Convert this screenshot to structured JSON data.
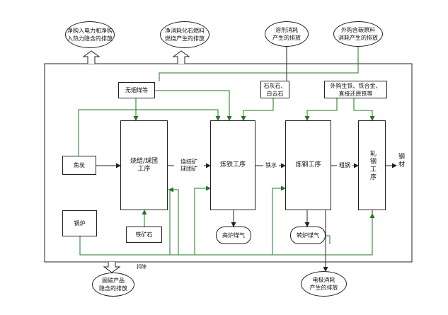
{
  "top_emissions": {
    "purchased_power": "净购入电力和净购\n入热力隐含的排放",
    "fossil_fuel": "净消耗化石燃料\n燃烧产生的排放",
    "flux": "溶剂消耗\n产生的排放",
    "outsourced_carbon": "外购含碳原料\n消耗产生的排放"
  },
  "inputs": {
    "anthracite": "无烟煤等",
    "limestone": "石灰石、\n白云石",
    "purchased_iron": "外购生铁、铁合金、\n直接还原铁等",
    "coke": "焦炭",
    "iron_ore": "铁矿石",
    "boiler": "锅炉"
  },
  "processes": {
    "sintering": "烧结/球团\n工序",
    "ironmaking": "炼铁工序",
    "steelmaking": "炼钢工序",
    "rolling": "轧钢工序"
  },
  "flows": {
    "sinter_pellet": "烧结矿\n球团矿",
    "molten_iron": "铁水",
    "crude_steel": "粗钢",
    "steel_product": "钢材"
  },
  "gases": {
    "bf_gas": "高炉煤气",
    "converter_gas": "转炉煤气"
  },
  "bottom_emissions": {
    "deduction": "扣除",
    "solid_carbon": "固碳产品\n隐含的排放",
    "electrode": "电极消耗\n产生的排放"
  }
}
